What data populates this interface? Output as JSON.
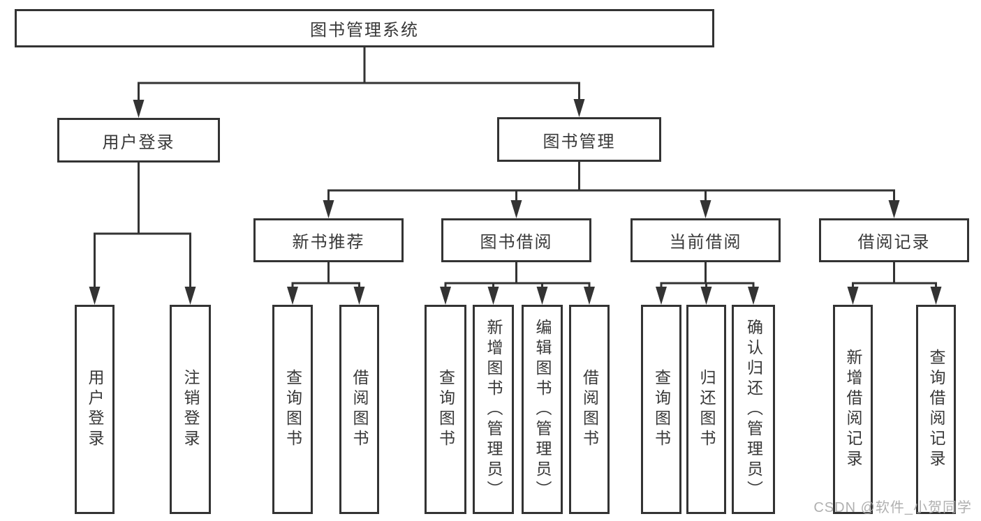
{
  "diagram": {
    "root": {
      "label": "图书管理系统"
    },
    "level2": [
      {
        "label": "用户登录"
      },
      {
        "label": "图书管理"
      }
    ],
    "level3": [
      {
        "label": "新书推荐"
      },
      {
        "label": "图书借阅"
      },
      {
        "label": "当前借阅"
      },
      {
        "label": "借阅记录"
      }
    ],
    "leaves": {
      "login": [
        "用户登录",
        "注销登录"
      ],
      "recommend": [
        "查询图书",
        "借阅图书"
      ],
      "borrow": [
        "查询图书",
        "新增图书（管理员）",
        "编辑图书（管理员）",
        "借阅图书"
      ],
      "current": [
        "查询图书",
        "归还图书",
        "确认归还（管理员）"
      ],
      "records": [
        "新增借阅记录",
        "查询借阅记录"
      ]
    },
    "watermark": "CSDN @软件_小贺同学",
    "colors": {
      "line": "#333333",
      "text": "#383838",
      "background": "#ffffff",
      "watermark": "#a8a8a8"
    }
  }
}
